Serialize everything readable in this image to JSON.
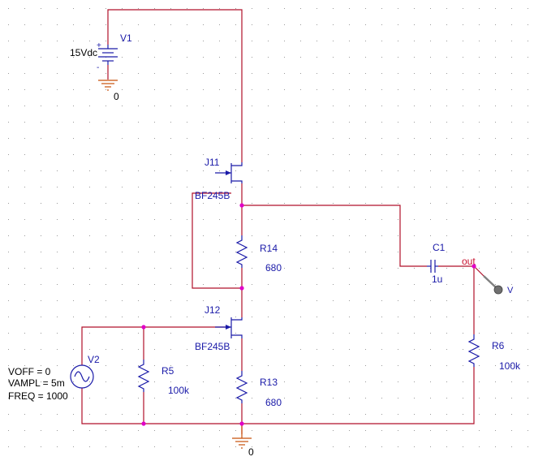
{
  "parts": {
    "v1": {
      "ref": "V1",
      "value": "15Vdc",
      "plus": "+",
      "minus": "-"
    },
    "v2": {
      "ref": "V2",
      "voff": "VOFF = 0",
      "vampl": "VAMPL = 5m",
      "freq": "FREQ = 1000"
    },
    "j11": {
      "ref": "J11",
      "model": "BF245B"
    },
    "j12": {
      "ref": "J12",
      "model": "BF245B"
    },
    "r14": {
      "ref": "R14",
      "value": "680"
    },
    "r13": {
      "ref": "R13",
      "value": "680"
    },
    "r5": {
      "ref": "R5",
      "value": "100k"
    },
    "r6": {
      "ref": "R6",
      "value": "100k"
    },
    "c1": {
      "ref": "C1",
      "value": "1u"
    }
  },
  "nets": {
    "out": "out"
  },
  "grounds": {
    "top": "0",
    "bottom": "0"
  },
  "probe": {
    "label": "V"
  },
  "colors": {
    "wire": "#b0102a",
    "part": "#1a1aa8",
    "ground": "#c8500a",
    "junction": "#e000c8",
    "grid_dot": "#9a9a9a"
  }
}
